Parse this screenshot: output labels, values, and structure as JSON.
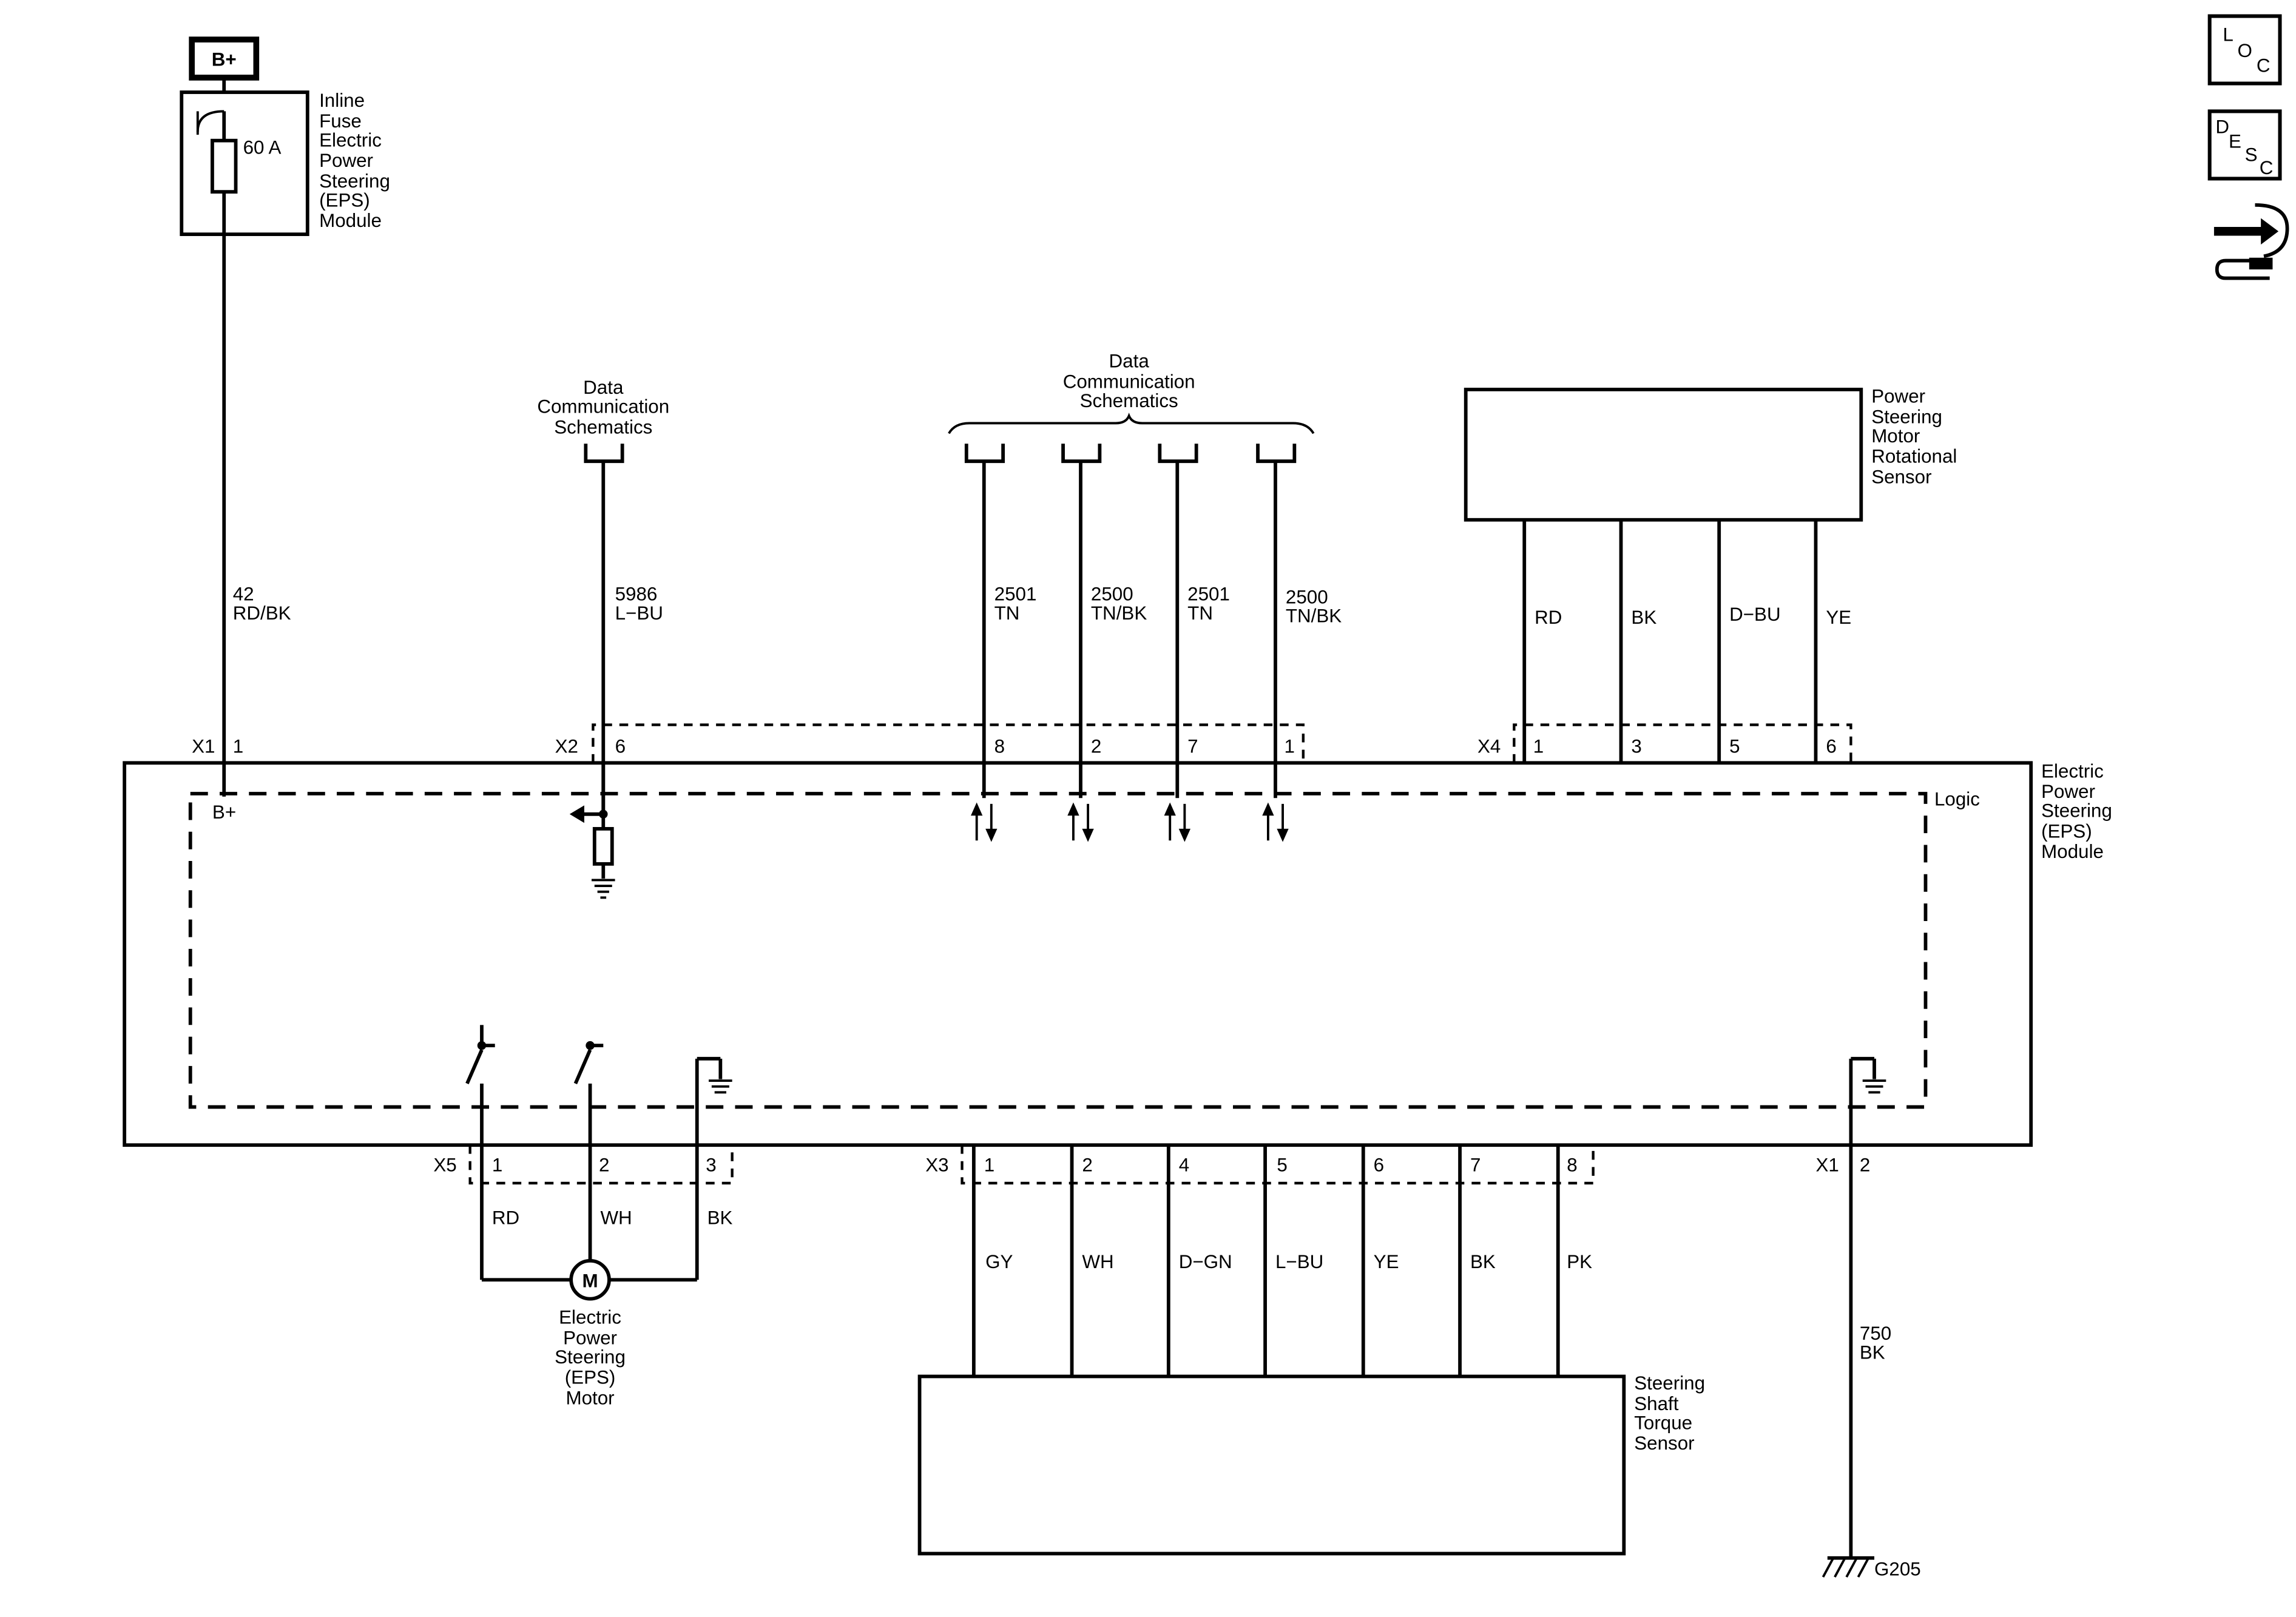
{
  "battery": "B+",
  "fuse": {
    "amperage": "60 A",
    "name_lines": [
      "Inline",
      "Fuse",
      "Electric",
      "Power",
      "Steering",
      "(EPS)",
      "Module"
    ]
  },
  "wires": {
    "power": {
      "circuit": "42",
      "color": "RD/BK"
    },
    "lin": {
      "circuit": "5986",
      "color": "L−BU"
    },
    "can": [
      {
        "circuit": "2501",
        "color": "TN"
      },
      {
        "circuit": "2500",
        "color": "TN/BK"
      },
      {
        "circuit": "2501",
        "color": "TN"
      },
      {
        "circuit": "2500",
        "color": "TN/BK"
      }
    ],
    "ground": {
      "circuit": "750",
      "color": "BK"
    }
  },
  "data_comm_left": [
    "Data",
    "Communication",
    "Schematics"
  ],
  "data_comm_right": [
    "Data",
    "Communication",
    "Schematics"
  ],
  "rotational_sensor": {
    "name_lines": [
      "Power",
      "Steering",
      "Motor",
      "Rotational",
      "Sensor"
    ],
    "wire_colors": [
      "RD",
      "BK",
      "D−BU",
      "YE"
    ]
  },
  "connectors": {
    "x1_top": {
      "name": "X1",
      "pin": "1"
    },
    "x2": {
      "name": "X2",
      "pins": [
        "6",
        "8",
        "2",
        "7",
        "1"
      ]
    },
    "x4": {
      "name": "X4",
      "pins": [
        "1",
        "3",
        "5",
        "6"
      ]
    },
    "x5": {
      "name": "X5",
      "pins": [
        "1",
        "2",
        "3"
      ]
    },
    "x3": {
      "name": "X3",
      "pins": [
        "1",
        "2",
        "4",
        "5",
        "6",
        "7",
        "8"
      ]
    },
    "x1_bottom": {
      "name": "X1",
      "pin": "2"
    }
  },
  "module": {
    "name_lines": [
      "Electric",
      "Power",
      "Steering",
      "(EPS)",
      "Module"
    ],
    "logic": "Logic",
    "b_plus": "B+"
  },
  "motor": {
    "symbol": "M",
    "name_lines": [
      "Electric",
      "Power",
      "Steering",
      "(EPS)",
      "Motor"
    ],
    "wire_colors": [
      "RD",
      "WH",
      "BK"
    ]
  },
  "torque_sensor": {
    "name_lines": [
      "Steering",
      "Shaft",
      "Torque",
      "Sensor"
    ],
    "wire_colors": [
      "GY",
      "WH",
      "D−GN",
      "L−BU",
      "YE",
      "BK",
      "PK"
    ]
  },
  "ground": "G205",
  "nav_icons": {
    "loc": [
      "L",
      "O",
      "C"
    ],
    "desc": [
      "D",
      "E",
      "S",
      "C"
    ],
    "third": "connector-tool-icon"
  }
}
